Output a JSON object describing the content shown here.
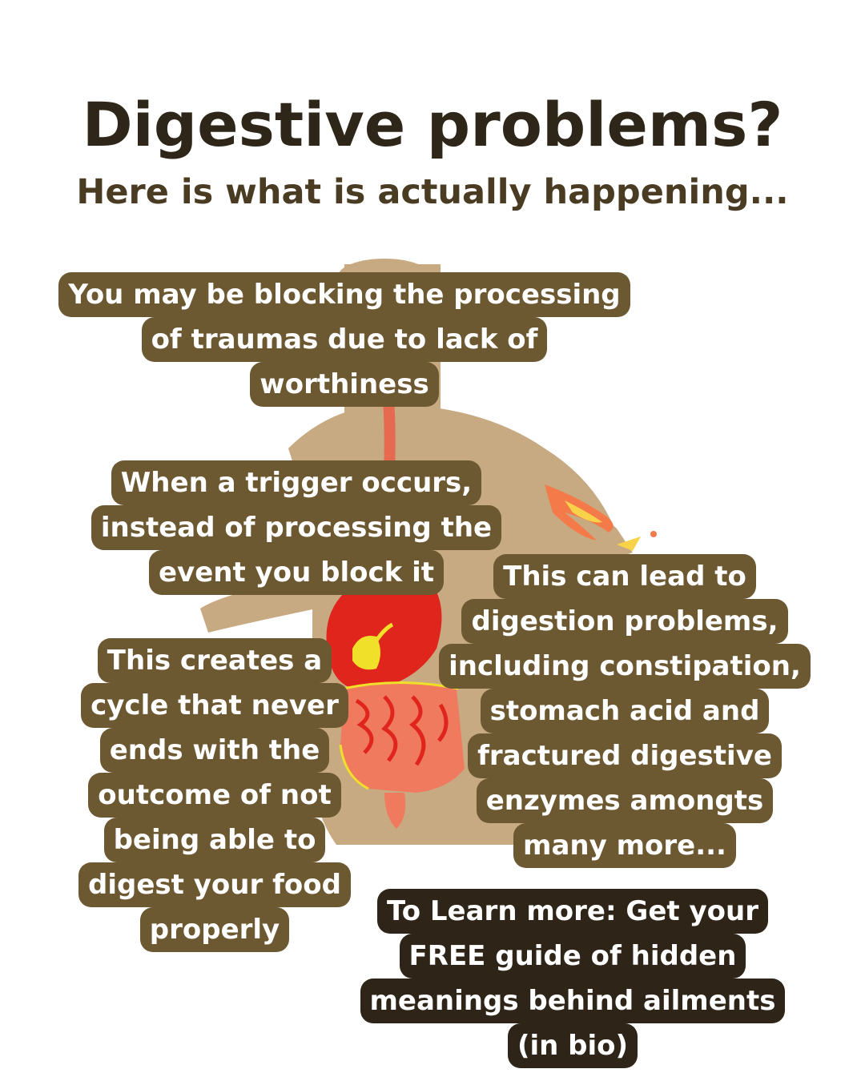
{
  "header": {
    "title": "Digestive problems?",
    "subtitle": "Here is what is actually happening..."
  },
  "callouts": {
    "block1": [
      "You may be blocking the processing",
      "of traumas due to lack of",
      "worthiness"
    ],
    "block2": [
      "When a trigger occurs,",
      "instead of processing the",
      "event you block it"
    ],
    "block3": [
      "This can lead to",
      "digestion problems,",
      "including constipation,",
      "stomach acid and",
      "fractured digestive",
      "enzymes amongts",
      "many more..."
    ],
    "block4": [
      "This creates a",
      "cycle that never",
      "ends with the",
      "outcome of not",
      "being able to",
      "digest your food",
      "properly"
    ],
    "cta": [
      "To Learn more: Get your",
      "FREE guide of hidden",
      "meanings behind ailments",
      "(in bio)"
    ]
  },
  "colors": {
    "callout_bg": "#6c5932",
    "cta_bg": "#2e2518",
    "skin": "#c8aa82",
    "title": "#2e2618"
  },
  "icons": [
    "torso-illustration",
    "stomach-icon",
    "intestines-icon",
    "gallbladder-icon",
    "esophagus-icon",
    "fire-icon"
  ]
}
